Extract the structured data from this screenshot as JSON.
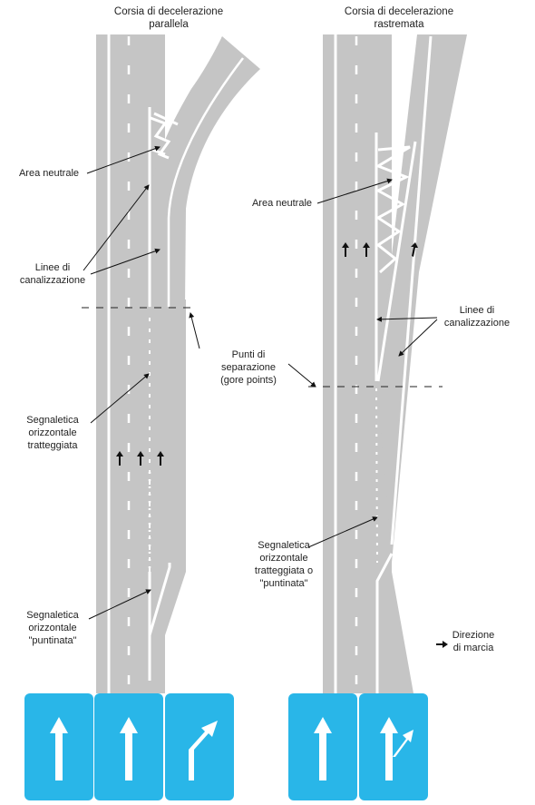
{
  "colors": {
    "road": "#c5c5c5",
    "marking": "#ffffff",
    "sign_blue": "#29b6e8",
    "text": "#222222",
    "leader": "#111111"
  },
  "titles": {
    "left_line1": "Corsia di decelerazione",
    "left_line2": "parallela",
    "right_line1": "Corsia di decelerazione",
    "right_line2": "rastremata"
  },
  "labels": {
    "neutral_left": "Area neutrale",
    "channel_left_1": "Linee di",
    "channel_left_2": "canalizzazione",
    "gore_1": "Punti di",
    "gore_2": "separazione",
    "gore_3": "(gore points)",
    "dashed_1": "Segnaletica",
    "dashed_2": "orizzontale",
    "dashed_3": "tratteggiata",
    "dotted_1": "Segnaletica",
    "dotted_2": "orizzontale",
    "dotted_3": "\"puntinata\"",
    "neutral_right": "Area neutrale",
    "channel_right_1": "Linee di",
    "channel_right_2": "canalizzazione",
    "dashdot_1": "Segnaletica",
    "dashdot_2": "orizzontale",
    "dashdot_3": "tratteggiata o",
    "dashdot_4": "\"puntinata\"",
    "direction_1": "Direzione",
    "direction_2": "di marcia"
  },
  "signs": [
    {
      "icon": "straight-arrow-icon"
    },
    {
      "icon": "straight-arrow-icon"
    },
    {
      "icon": "right-turn-arrow-icon"
    },
    {
      "icon": "straight-arrow-icon"
    },
    {
      "icon": "straight-and-right-arrow-icon"
    }
  ]
}
